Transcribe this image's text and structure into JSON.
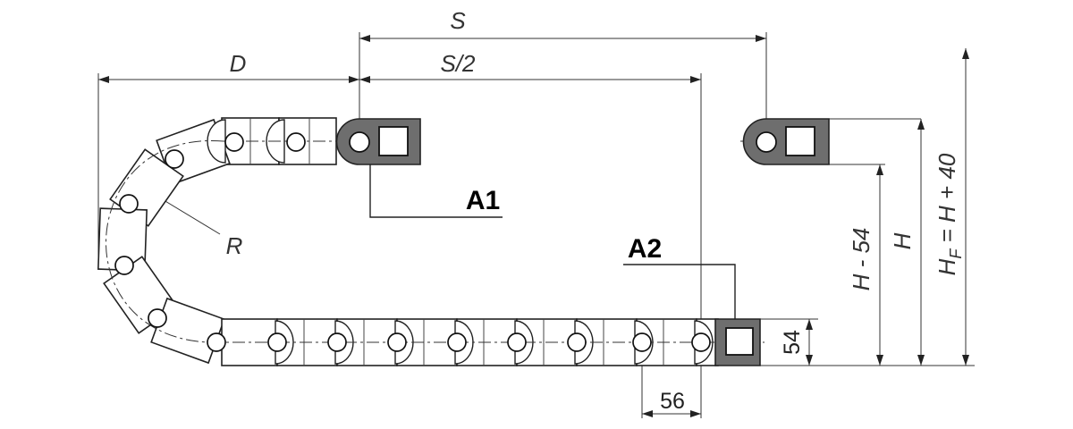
{
  "dimensions": {
    "s": "S",
    "s_half": "S/2",
    "d": "D",
    "r": "R",
    "h_minus": "H - 54",
    "h": "H",
    "hf": "H",
    "hf_sub": "F",
    "hf_rest": " = H + 40",
    "pitch_height": "54",
    "pitch_length": "56"
  },
  "labels": {
    "a1": "A1",
    "a2": "A2"
  },
  "colors": {
    "bracket_fill": "#6e6e6e",
    "line": "#222222",
    "background": "#ffffff"
  }
}
